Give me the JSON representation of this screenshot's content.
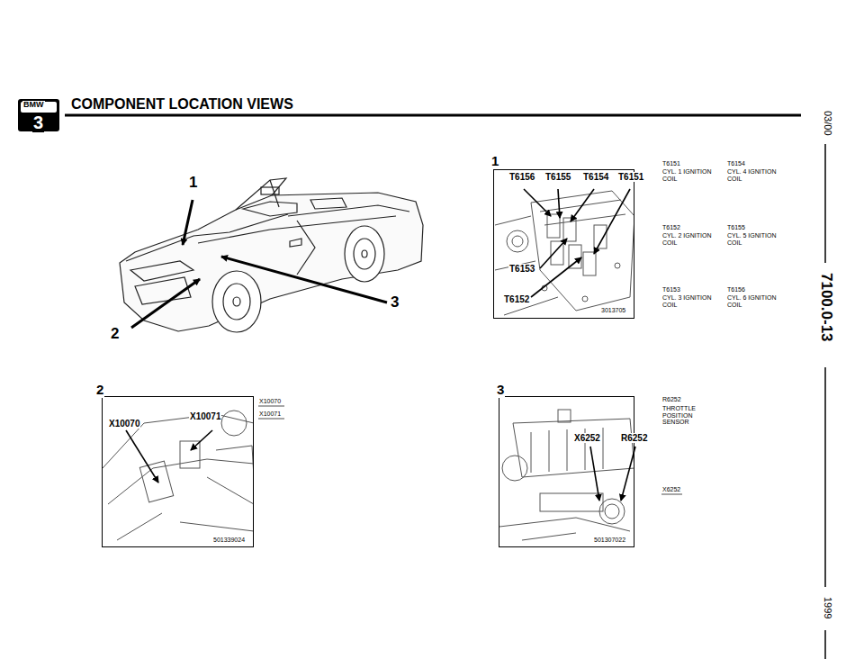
{
  "diagram": {
    "title": "COMPONENT LOCATION VIEWS",
    "nodes": [
      {
        "text": [
          "1",
          "T6156",
          "T6155",
          "T6154",
          "T6151",
          "T6153",
          "T6152",
          "3013705"
        ]
      },
      {
        "text": [
          "2",
          "X10070",
          "X10071",
          "501339024"
        ]
      },
      {
        "text": [
          "3",
          "X6252",
          "R6252",
          "501307022"
        ]
      }
    ],
    "labels": [
      "BMW",
      "3",
      "1",
      "2",
      "3",
      "T6151",
      "CYL. 1 IGNITION COIL",
      "T6154",
      "CYL. 4 IGNITION COIL",
      "T6152",
      "CYL. 2 IGNITION COIL",
      "T6155",
      "CYL. 5 IGNITION COIL",
      "T6153",
      "CYL. 3 IGNITION COIL",
      "T6156",
      "CYL. 6 IGNITION COIL",
      "X10070",
      "X10071",
      "R6252",
      "THROTTLE POSITION SENSOR",
      "X6252",
      "03/00",
      "7100.0-13",
      "1999"
    ]
  }
}
